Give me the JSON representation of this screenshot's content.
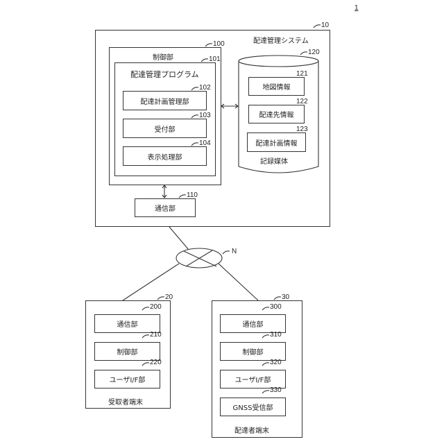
{
  "figure_number": "1",
  "system": {
    "ref": "10",
    "title": "配達管理システム",
    "control_unit": {
      "ref": "100",
      "title": "制御部",
      "program": {
        "ref": "101",
        "title": "配達管理プログラム",
        "modules": [
          {
            "ref": "102",
            "label": "配達計画管理部"
          },
          {
            "ref": "103",
            "label": "受付部"
          },
          {
            "ref": "104",
            "label": "表示処理部"
          }
        ]
      }
    },
    "storage": {
      "ref": "120",
      "title": "記録媒体",
      "items": [
        {
          "ref": "121",
          "label": "地図情報"
        },
        {
          "ref": "122",
          "label": "配達先情報"
        },
        {
          "ref": "123",
          "label": "配達計画情報"
        }
      ]
    },
    "comm": {
      "ref": "110",
      "label": "通信部"
    }
  },
  "network": {
    "ref": "N"
  },
  "recipient_terminal": {
    "ref": "20",
    "title": "受取者端末",
    "units": [
      {
        "ref": "200",
        "label": "通信部"
      },
      {
        "ref": "210",
        "label": "制御部"
      },
      {
        "ref": "220",
        "label": "ユーザI/F部"
      }
    ]
  },
  "deliverer_terminal": {
    "ref": "30",
    "title": "配達者端末",
    "units": [
      {
        "ref": "300",
        "label": "通信部"
      },
      {
        "ref": "310",
        "label": "制御部"
      },
      {
        "ref": "320",
        "label": "ユーザI/F部"
      },
      {
        "ref": "330",
        "label": "GNSS受信部"
      }
    ]
  }
}
